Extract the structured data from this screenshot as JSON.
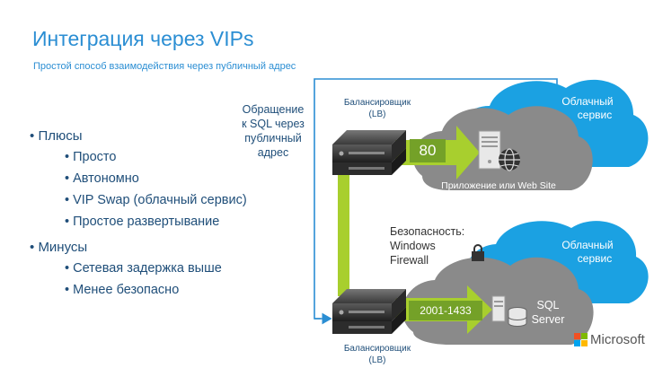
{
  "slide": {
    "title": "Интеграция через VIPs",
    "subtitle": "Простой способ взаимодействия через публичный адрес"
  },
  "bullets": {
    "pros": {
      "label": "Плюсы",
      "items": [
        "Просто",
        "Автономно",
        "VIP Swap (облачный сервис)",
        "Простое развертывание"
      ]
    },
    "cons": {
      "label": "Минусы",
      "items": [
        "Сетевая задержка выше",
        "Менее безопасно"
      ]
    }
  },
  "diagram": {
    "access_label": [
      "Обращение",
      "к SQL через",
      "публичный",
      "адрес"
    ],
    "lb_top": [
      "Балансировщик",
      "(LB)"
    ],
    "lb_bottom": [
      "Балансировщик",
      "(LB)"
    ],
    "cloud_top": [
      "Облачный",
      "сервис"
    ],
    "cloud_bottom": [
      "Облачный",
      "сервис"
    ],
    "port_top": "80",
    "port_bottom": "2001-1433",
    "app_label": "Приложение или Web Site",
    "security": [
      "Безопасность:",
      "Windows",
      "Firewall"
    ],
    "sql_label": [
      "SQL",
      "Server"
    ]
  },
  "brand": {
    "name": "Microsoft"
  },
  "colors": {
    "accent": "#2b8ed3",
    "text": "#1f4e79",
    "cloud_blue": "#1ba1e2",
    "cloud_gray": "#8a8a8a",
    "arrow_green": "#a8cf2e",
    "port_box": "#74a128"
  }
}
